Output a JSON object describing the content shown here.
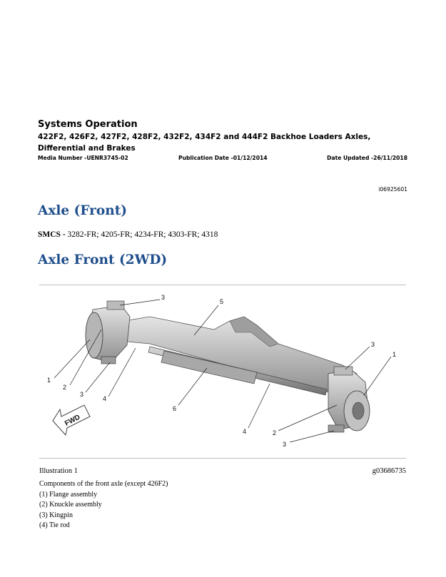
{
  "doc": {
    "title": "Systems Operation",
    "subtitle": "422F2, 426F2, 427F2, 428F2, 432F2, 434F2 and 444F2 Backhoe Loaders Axles, Differential and Brakes",
    "media_number": "Media Number -UENR3745-02",
    "publication_date": "Publication Date -01/12/2014",
    "date_updated": "Date Updated -26/11/2018",
    "image_id": "i06925601"
  },
  "section": {
    "heading": "Axle (Front)",
    "smcs_label": "SMCS -",
    "smcs_codes": " 3282-FR; 4205-FR; 4234-FR; 4303-FR; 4318",
    "subheading": "Axle Front (2WD)"
  },
  "figure": {
    "callouts": [
      "1",
      "2",
      "3",
      "4",
      "5",
      "6"
    ],
    "fwd_label": "FWD",
    "illustration_label": "Illustration 1",
    "graphic_id": "g03686735"
  },
  "components": {
    "intro": "Components of the front axle (except 426F2)",
    "items": [
      "(1) Flange assembly",
      "(2) Knuckle assembly",
      "(3) Kingpin",
      "(4) Tie rod"
    ]
  }
}
